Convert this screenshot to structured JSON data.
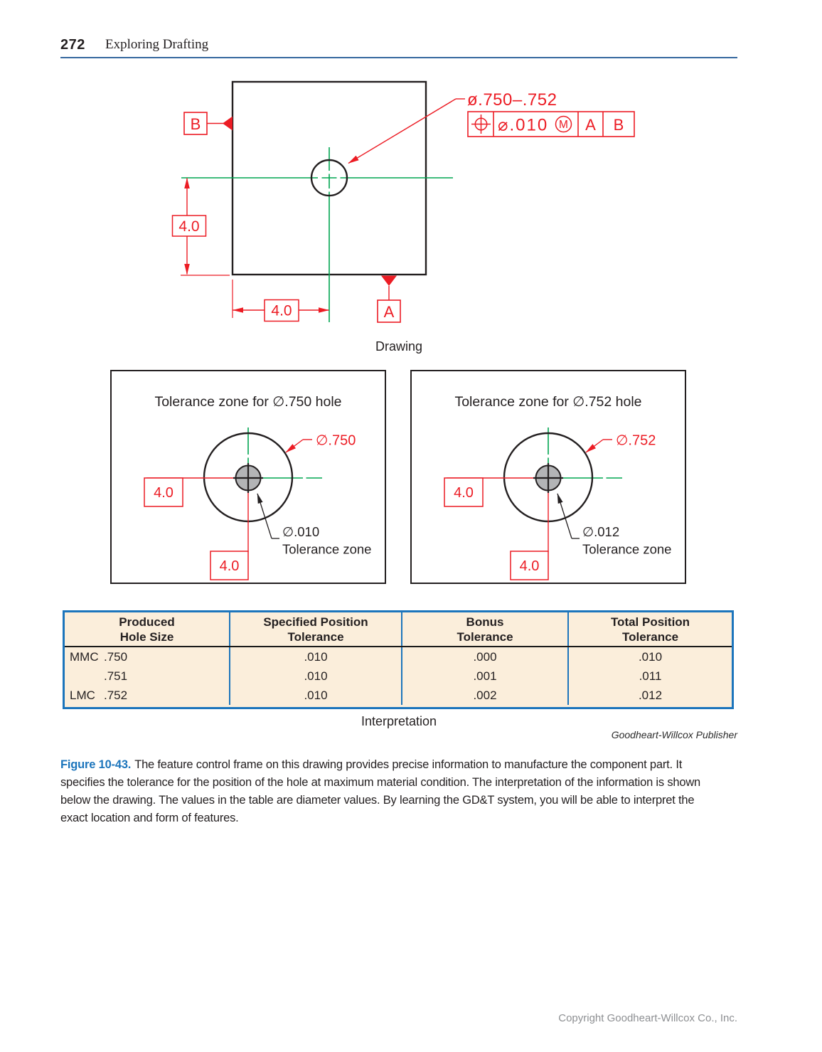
{
  "page": {
    "number": "272",
    "book_title": "Exploring Drafting",
    "footer": "Copyright Goodheart-Willcox Co., Inc."
  },
  "drawing": {
    "caption": "Drawing",
    "hole_size_label": "ø.750–.752",
    "fcf": {
      "tolerance": "⌀.010",
      "modifier": "M",
      "datum_1": "A",
      "datum_2": "B"
    },
    "datum_a": "A",
    "datum_b": "B",
    "dim_vertical": "4.0",
    "dim_horizontal": "4.0"
  },
  "zones": [
    {
      "title": "Tolerance zone for ∅.750 hole",
      "diameter_label": "∅.750",
      "tolerance_label": "∅.010",
      "tolerance_caption": "Tolerance zone",
      "dim_left": "4.0",
      "dim_bottom": "4.0"
    },
    {
      "title": "Tolerance zone for ∅.752 hole",
      "diameter_label": "∅.752",
      "tolerance_label": "∅.012",
      "tolerance_caption": "Tolerance zone",
      "dim_left": "4.0",
      "dim_bottom": "4.0"
    }
  ],
  "interpretation_caption": "Interpretation",
  "publisher_credit": "Goodheart-Willcox Publisher",
  "table": {
    "headers": [
      [
        "Produced",
        "Hole Size"
      ],
      [
        "Specified Position",
        "Tolerance"
      ],
      [
        "Bonus",
        "Tolerance"
      ],
      [
        "Total Position",
        "Tolerance"
      ]
    ],
    "rows": [
      {
        "condition": "MMC",
        "hole_size": ".750",
        "specified": ".010",
        "bonus": ".000",
        "total": ".010"
      },
      {
        "condition": "",
        "hole_size": ".751",
        "specified": ".010",
        "bonus": ".001",
        "total": ".011"
      },
      {
        "condition": "LMC",
        "hole_size": ".752",
        "specified": ".010",
        "bonus": ".002",
        "total": ".012"
      }
    ]
  },
  "figure_caption": {
    "label": "Figure 10-43.",
    "text": "The feature control frame on this drawing provides precise information to manufacture the component part. It specifies the tolerance for the position of the hole at maximum material condition. The interpretation of the information is shown below the drawing. The values in the table are diameter values. By learning the GD&T system, you will be able to interpret the exact location and form of features."
  },
  "colors": {
    "annotation_red": "#ec1c24",
    "centerline_green": "#00a551",
    "drawing_black": "#231f20",
    "accent_blue": "#1c75bc",
    "table_background": "#fbeedb",
    "hole_fill_gray": "#b3b4b6"
  }
}
